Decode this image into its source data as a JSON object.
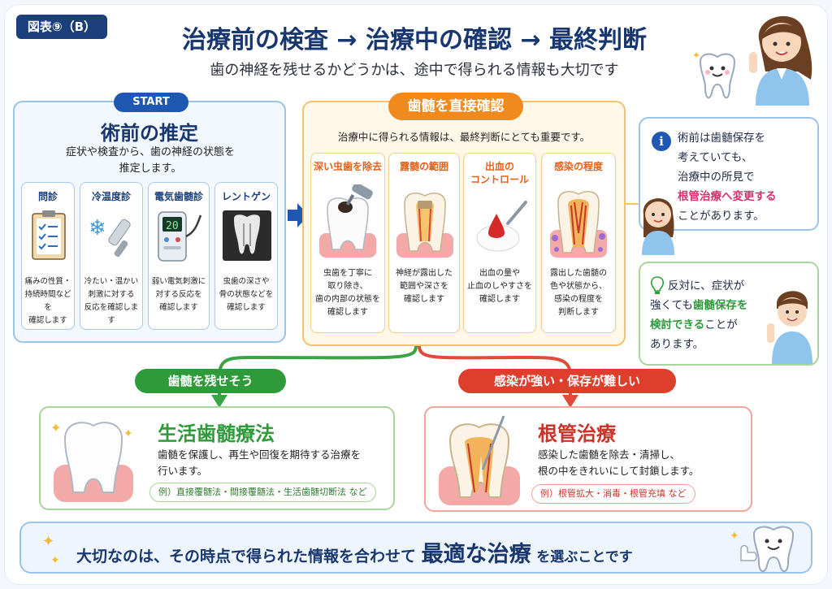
{
  "header": {
    "figure_label": "図表⑨（B）",
    "title": "治療前の検査 → 治療中の確認 → 最終判断",
    "subtitle": "歯の神経を残せるかどうかは、途中で得られる情報も大切です"
  },
  "preop": {
    "start_label": "START",
    "title": "術前の推定",
    "desc_lines": [
      "症状や検査から、歯の神経の状態を",
      "推定します。"
    ],
    "cards": [
      {
        "title": "問診",
        "icon": "clipboard-icon",
        "lines": [
          "痛みの性質・",
          "持続時間などを",
          "確認します"
        ]
      },
      {
        "title": "冷温度診",
        "icon": "cold-test-icon",
        "lines": [
          "冷たい・温かい",
          "刺激に対する",
          "反応を確認します"
        ]
      },
      {
        "title": "電気歯髄診",
        "icon": "pulp-tester-icon",
        "lines": [
          "弱い電気刺激に",
          "対する反応を",
          "確認します"
        ],
        "device_reading": "20"
      },
      {
        "title": "レントゲン",
        "icon": "xray-icon",
        "lines": [
          "虫歯の深さや",
          "骨の状態などを",
          "確認します"
        ]
      }
    ]
  },
  "intraop": {
    "title": "歯髄を直接確認",
    "desc": "治療中に得られる情報は、最終判断にとても重要です。",
    "cards": [
      {
        "title_lines": [
          "深い虫歯を除去"
        ],
        "icon": "drill-tooth-icon",
        "lines": [
          "虫歯を丁寧に",
          "取り除き、",
          "歯の内部の状態を",
          "確認します"
        ]
      },
      {
        "title_lines": [
          "露髄の範囲"
        ],
        "icon": "exposed-pulp-icon",
        "lines": [
          "神経が露出した",
          "範囲や深さを",
          "確認します"
        ]
      },
      {
        "title_lines": [
          "出血の",
          "コントロール"
        ],
        "icon": "bleeding-icon",
        "lines": [
          "出血の量や",
          "止血のしやすさを",
          "確認します"
        ]
      },
      {
        "title_lines": [
          "感染の程度"
        ],
        "icon": "infection-icon",
        "lines": [
          "露出した歯髄の",
          "色や状態から、",
          "感染の程度を",
          "判断します"
        ]
      }
    ]
  },
  "notes": {
    "blue": {
      "icon": "info-icon",
      "lines": [
        "術前は歯髄保存を",
        "考えていても、",
        "治療中の所見で"
      ],
      "highlight": "根管治療へ変更する",
      "tail": "ことがあります。"
    },
    "green": {
      "icon": "lightbulb-icon",
      "line1": "反対に、症状が",
      "line2_pre": "強くても",
      "highlight_a": "歯髄保存を",
      "highlight_b": "検討できる",
      "line3_tail": "ことが",
      "line4": "あります。"
    }
  },
  "outcomes": {
    "preserve": {
      "branch_label": "歯髄を残せそう",
      "title": "生活歯髄療法",
      "desc_lines": [
        "歯髄を保護し、再生や回復を期待する治療を",
        "行います。"
      ],
      "example": "例）直接覆髄法・間接覆髄法・生活歯髄切断法 など"
    },
    "root_canal": {
      "branch_label": "感染が強い・保存が難しい",
      "title": "根管治療",
      "desc_lines": [
        "感染した歯髄を除去・清掃し、",
        "根の中をきれいにして封鎖します。"
      ],
      "example": "例）根管拡大・消毒・根管充填 など"
    }
  },
  "banner": {
    "pre": "大切なのは、その時点で得られた情報を合わせて",
    "em": "最適な治療",
    "post": "を選ぶことです"
  },
  "colors": {
    "navy": "#183770",
    "blue": "#1e58b2",
    "orange": "#f08a1c",
    "green": "#2f9a3a",
    "red": "#dd3f2c",
    "pink": "#d6336c"
  }
}
